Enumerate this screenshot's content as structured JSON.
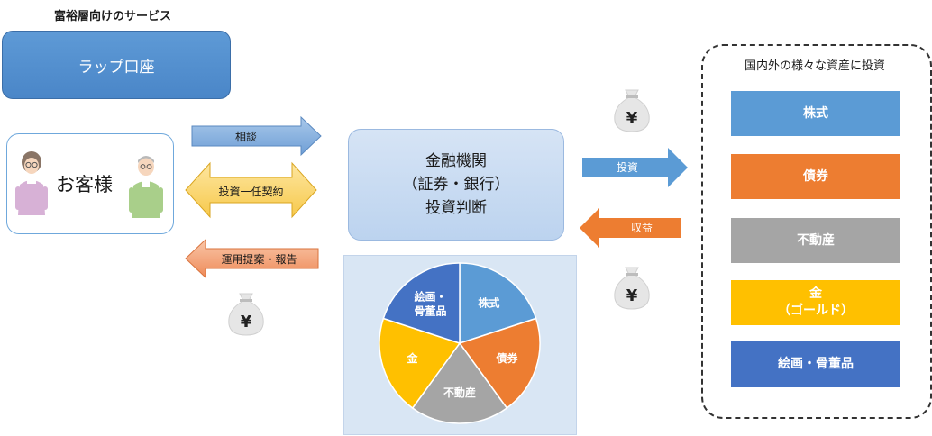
{
  "title": "富裕層向けのサービス",
  "wrap_account": "ラップ口座",
  "client": "お客様",
  "arrows": {
    "consult": "相談",
    "contract": "投資一任契約",
    "report": "運用提案・報告",
    "invest": "投資",
    "profit": "収益"
  },
  "institution": {
    "line1": "金融機関",
    "line2": "（証券・銀行）",
    "line3": "投資判断"
  },
  "currency_symbol": "¥",
  "assets_title": "国内外の様々な資産に投資",
  "assets": [
    {
      "line1": "株式",
      "line2": "",
      "color": "#5b9bd5"
    },
    {
      "line1": "債券",
      "line2": "",
      "color": "#ed7d31"
    },
    {
      "line1": "不動産",
      "line2": "",
      "color": "#a5a5a5"
    },
    {
      "line1": "金",
      "line2": "（ゴールド）",
      "color": "#ffc000"
    },
    {
      "line1": "絵画・骨董品",
      "line2": "",
      "color": "#4472c4"
    }
  ],
  "pie": {
    "slices": [
      {
        "label": "株式",
        "value": 20,
        "color": "#5b9bd5"
      },
      {
        "label": "債券",
        "value": 20,
        "color": "#ed7d31"
      },
      {
        "label": "不動産",
        "value": 20,
        "color": "#a5a5a5"
      },
      {
        "label": "金",
        "value": 20,
        "color": "#ffc000"
      },
      {
        "label": "絵画・骨董品",
        "value": 20,
        "color": "#4472c4"
      }
    ]
  }
}
